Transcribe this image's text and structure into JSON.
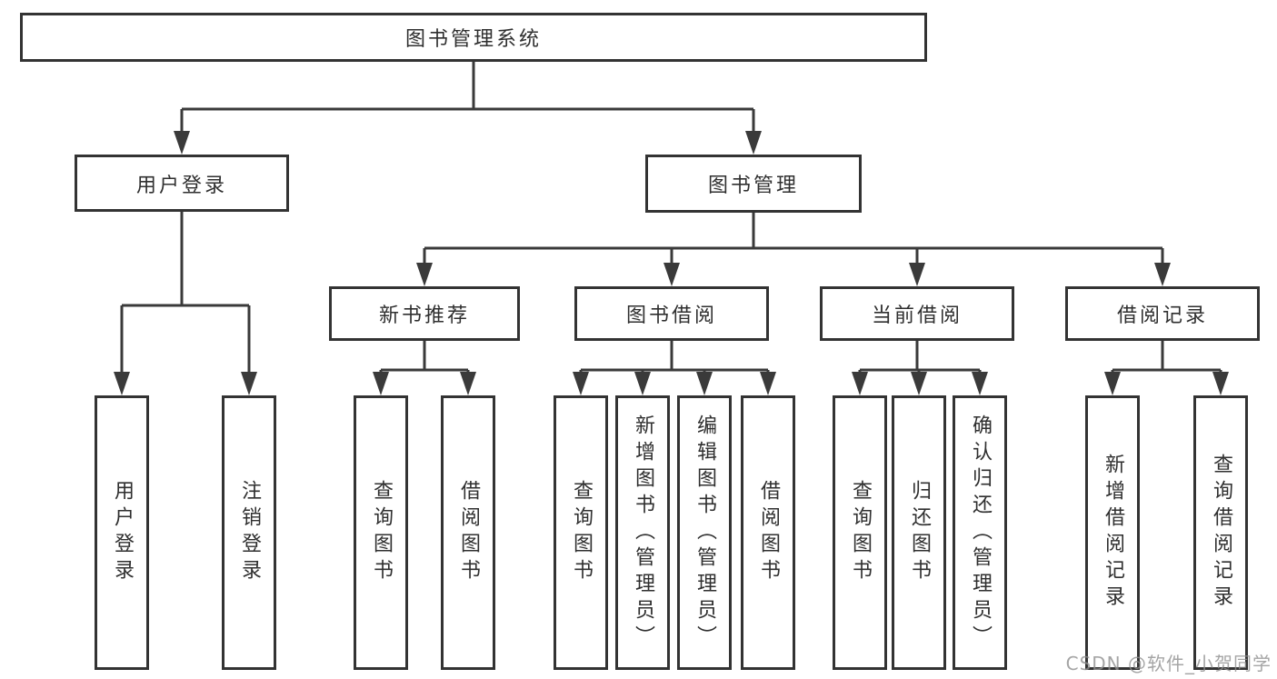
{
  "diagram": {
    "root": {
      "label": "图书管理系统"
    },
    "branches": [
      {
        "label": "用户登录",
        "children": [
          {
            "label": "用户登录"
          },
          {
            "label": "注销登录"
          }
        ]
      },
      {
        "label": "图书管理",
        "groups": [
          {
            "label": "新书推荐",
            "children": [
              {
                "label": "查询图书"
              },
              {
                "label": "借阅图书"
              }
            ]
          },
          {
            "label": "图书借阅",
            "children": [
              {
                "label": "查询图书"
              },
              {
                "label": "新增图书（管理员）"
              },
              {
                "label": "编辑图书（管理员）"
              },
              {
                "label": "借阅图书"
              }
            ]
          },
          {
            "label": "当前借阅",
            "children": [
              {
                "label": "查询图书"
              },
              {
                "label": "归还图书"
              },
              {
                "label": "确认归还（管理员）"
              }
            ]
          },
          {
            "label": "借阅记录",
            "children": [
              {
                "label": "新增借阅记录"
              },
              {
                "label": "查询借阅记录"
              }
            ]
          }
        ]
      }
    ]
  },
  "watermark": {
    "text": "CSDN @软件_小贺同学"
  },
  "colors": {
    "line": "#3a3a3a",
    "box_border": "#333333",
    "box_background": "#ffffff",
    "text": "#2f2f2f",
    "watermark": "#8f8f8f",
    "page_background": "#ffffff"
  }
}
